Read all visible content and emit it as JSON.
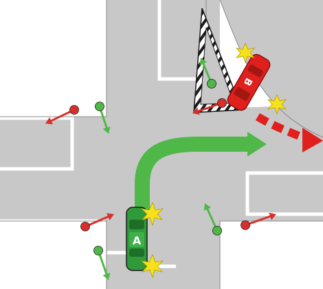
{
  "vehicles": {
    "car_a": {
      "label": "A",
      "color": "#2f9a3a",
      "path_color": "#4fb848"
    },
    "car_b": {
      "label": "B",
      "color": "#e0201c",
      "path_color": "#e0201c"
    }
  },
  "colors": {
    "road": "#c8c8c8",
    "curb": "#ffffff",
    "outline": "#1a1a1a",
    "impact_star": "#f7e21a",
    "pedestrian_go": "#4fb848",
    "pedestrian_stop": "#d7302b"
  },
  "pedestrian_signals": [
    {
      "id": "nw-stop",
      "state": "stop"
    },
    {
      "id": "nw-go",
      "state": "go"
    },
    {
      "id": "island-go",
      "state": "go"
    },
    {
      "id": "island-stop",
      "state": "stop"
    },
    {
      "id": "sw-stop",
      "state": "stop"
    },
    {
      "id": "sw-go",
      "state": "go"
    },
    {
      "id": "se-go",
      "state": "go"
    },
    {
      "id": "se-stop",
      "state": "stop"
    }
  ]
}
